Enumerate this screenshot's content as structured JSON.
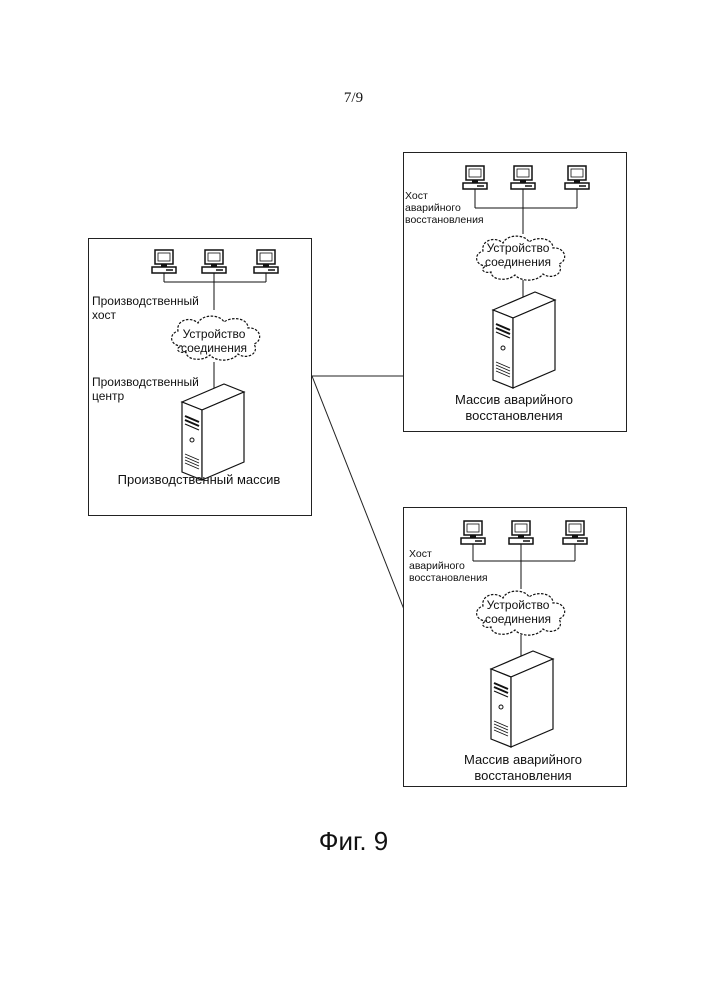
{
  "page_number": "7/9",
  "figure_caption": "Фиг. 9",
  "production_site": {
    "host_label_1": "Производственный",
    "host_label_2": "хост",
    "center_label_1": "Производственный",
    "center_label_2": "центр",
    "cloud_label_1": "Устройство",
    "cloud_label_2": "соединения",
    "array_label": "Производственный массив"
  },
  "dr_site_top": {
    "host_label_1": "Хост",
    "host_label_2": "аварийного",
    "host_label_3": "восстановления",
    "cloud_label_1": "Устройство",
    "cloud_label_2": "соединения",
    "array_label_1": "Массив аварийного",
    "array_label_2": "восстановления"
  },
  "dr_site_bottom": {
    "host_label_1": "Хост",
    "host_label_2": "аварийного",
    "host_label_3": "восстановления",
    "cloud_label_1": "Устройство",
    "cloud_label_2": "соединения",
    "array_label_1": "Массив аварийного",
    "array_label_2": "восстановления"
  },
  "icons": {
    "computer": "computer-icon",
    "server": "server-icon",
    "cloud": "cloud-icon"
  }
}
